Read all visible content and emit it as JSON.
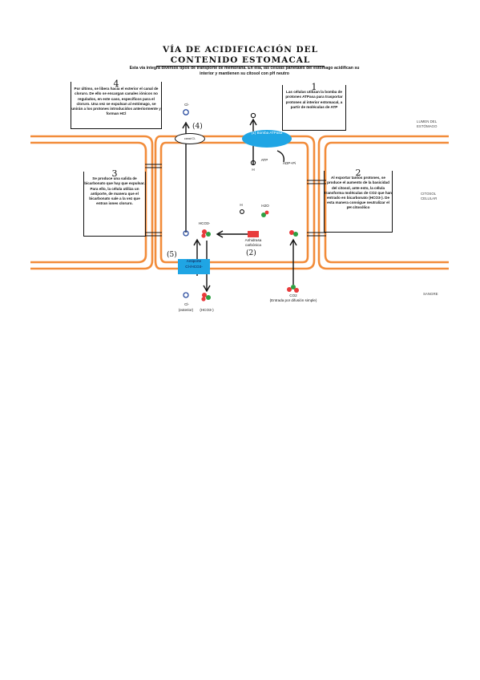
{
  "title": {
    "line1": "VÍA DE ACIDIFICACIÓN DEL",
    "line2": "CONTENIDO ESTOMACAL"
  },
  "subtitle": "Esta vía integra diversos tipos de transporte de membrana. En ella, las células parietales del estómago acidifican su interior y mantienen su citosol con pH neutro",
  "notes": {
    "n4_top": {
      "num": "4",
      "text": "Por último, se libera hacia el exterior el canal de cloruro. De ello se encargan canales iónicos no regulados, en este caso, específicos para el cloruro. Una vez se expulsan al estómago, se unirán a los protones introducidos anteriormente y forman HCl"
    },
    "n1": {
      "num": "1",
      "text": "Las células utilizan la bomba de protones ATPasa para trasportar protones al interior estomacal, a partir de moléculas de ATP"
    },
    "n3": {
      "num": "3",
      "text": "Se produce una salida de bicarbonato que hay que expulsar. Para ello, la célula utiliza un antiporte, de manera que el bicarbonato sale a la vez que entran iones cloruro."
    },
    "n2": {
      "num": "2",
      "text": "Al exportar tantos protones, se produce el aumento de la basicidad del citosol, ante esto, la célula transforma moléculas de CO2 que han entrado en bicarbonato (HCO3-). De esta manera consigue neutralizar el pH citosólico"
    }
  },
  "side_labels": {
    "lumen": "LUMEN DEL ESTÓMAGO",
    "cytosol": "CITOSOL CELULAR",
    "blood": "SANGRE"
  },
  "labels": {
    "pump": "(1) Bomba ATPasa",
    "pump_num": "(1)",
    "oval": "canal Cl-",
    "step4": "(4)",
    "step5": "(5)",
    "step2": "(2)",
    "antiporter": "Antiporte Cl-/HCO3-",
    "carbonic": "Anhidrasa carbónica",
    "atp": "ATP",
    "adp": "ADP+Pi",
    "h_up": "H",
    "h_low": "H",
    "h_mid": "H",
    "h2o": "H2O",
    "hco3": "HCO3-",
    "cl_top": "Cl-",
    "cl_bottom": "Cl-",
    "cl_bottom_sub": "(exterior)",
    "hco3_bottom": "(HCO3-)",
    "co2": "CO2",
    "co2_sub": "(Entrada por difusión simple)"
  },
  "colors": {
    "membrane": "#f28c3a",
    "pump": "#1fa5e4",
    "enzyme": "#e83b3b",
    "ion_blue": "#2c4ea0",
    "mol_red": "#e83b3b",
    "mol_green": "#2ea043"
  }
}
